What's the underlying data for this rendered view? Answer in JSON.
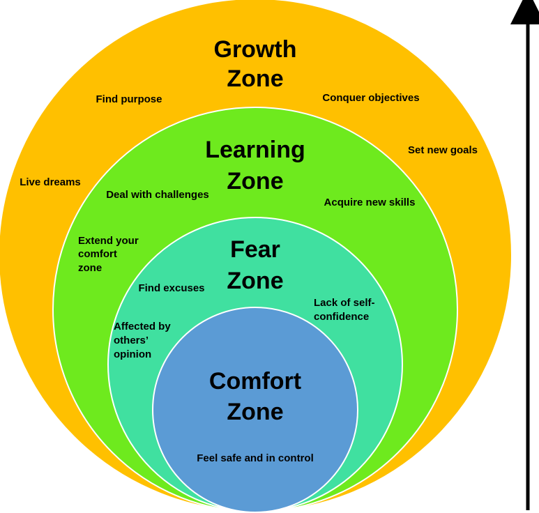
{
  "colors": {
    "growth": "#FFC000",
    "learning": "#6EEA1E",
    "fear": "#40E0A0",
    "comfort": "#5B9BD5",
    "stroke": "#FFFFFF",
    "arrow": "#000000"
  },
  "zones": {
    "growth": {
      "title_line1": "Growth",
      "title_line2": "Zone"
    },
    "learning": {
      "title_line1": "Learning",
      "title_line2": "Zone"
    },
    "fear": {
      "title_line1": "Fear",
      "title_line2": "Zone"
    },
    "comfort": {
      "title_line1": "Comfort",
      "title_line2": "Zone"
    }
  },
  "phrases": {
    "find_purpose": "Find purpose",
    "conquer_objectives": "Conquer objectives",
    "set_new_goals": "Set new goals",
    "live_dreams": "Live dreams",
    "deal_with_challenges": "Deal with challenges",
    "acquire_new_skills": "Acquire new skills",
    "extend_comfort": [
      "Extend your",
      "comfort",
      "zone"
    ],
    "find_excuses": "Find excuses",
    "lack_self_confidence": [
      "Lack of self-",
      "confidence"
    ],
    "affected_by_others": [
      "Affected by",
      "others’",
      "opinion"
    ],
    "feel_safe": "Feel safe and in control"
  },
  "arrow": {
    "icon": "up-arrow-icon"
  }
}
